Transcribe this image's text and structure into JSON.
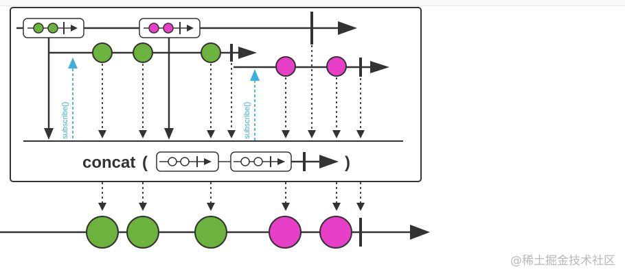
{
  "operator": {
    "name": "concat",
    "open_paren": "(",
    "close_paren": ")"
  },
  "subscribe_label": "subscribe()",
  "watermark": "@稀土掘金技术社区",
  "colors": {
    "green": "#6bb33c",
    "magenta": "#e83fc9",
    "line": "#333333",
    "subscribe": "#3cb0d8",
    "frame": "#333333"
  },
  "marbles": {
    "source_outer": [
      "inner-1",
      "inner-2"
    ],
    "inner_1": [
      "green",
      "green",
      "green"
    ],
    "inner_2": [
      "magenta",
      "magenta"
    ],
    "output": [
      "green",
      "green",
      "green",
      "magenta",
      "magenta"
    ]
  }
}
